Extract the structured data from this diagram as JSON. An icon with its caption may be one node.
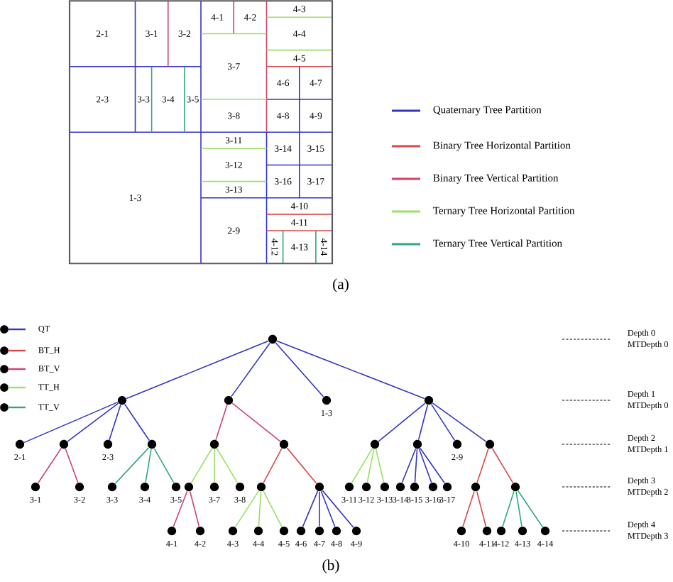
{
  "diagram": {
    "nodes": [
      {
        "text": [
          "2-1"
        ]
      },
      {
        "text": [
          "3-1"
        ]
      },
      {
        "text": [
          "3-2"
        ]
      },
      {
        "text": [
          "4-1"
        ]
      },
      {
        "text": [
          "4-2"
        ]
      },
      {
        "text": [
          "4-3"
        ]
      },
      {
        "text": [
          "4-4"
        ]
      },
      {
        "text": [
          "3-7"
        ]
      },
      {
        "text": [
          "4-5"
        ]
      },
      {
        "text": [
          "2-3"
        ]
      },
      {
        "text": [
          "3-3"
        ]
      },
      {
        "text": [
          "3-4"
        ]
      },
      {
        "text": [
          "3-5"
        ]
      },
      {
        "text": [
          "4-6"
        ]
      },
      {
        "text": [
          "4-7"
        ]
      },
      {
        "text": [
          "3-8"
        ]
      },
      {
        "text": [
          "4-8"
        ]
      },
      {
        "text": [
          "4-9"
        ]
      },
      {
        "text": [
          "1-3"
        ]
      },
      {
        "text": [
          "3-11"
        ]
      },
      {
        "text": [
          "3-14"
        ]
      },
      {
        "text": [
          "3-15"
        ]
      },
      {
        "text": [
          "3-12"
        ]
      },
      {
        "text": [
          "3-16"
        ]
      },
      {
        "text": [
          "3-17"
        ]
      },
      {
        "text": [
          "3-13"
        ]
      },
      {
        "text": [
          "4-10"
        ]
      },
      {
        "text": [
          "2-9"
        ]
      },
      {
        "text": [
          "4-11"
        ]
      },
      {
        "text": [
          "4-12"
        ]
      },
      {
        "text": [
          "4-13"
        ]
      },
      {
        "text": [
          "4-14"
        ]
      },
      {
        "text": [],
        "shape": "circle"
      },
      {
        "text": [],
        "shape": "circle"
      },
      {
        "text": [],
        "shape": "circle"
      },
      {
        "text": [],
        "shape": "circle",
        "beside": [
          "1-3"
        ]
      },
      {
        "text": [],
        "shape": "circle"
      },
      {
        "text": [],
        "shape": "circle",
        "beside": [
          "2-1"
        ]
      },
      {
        "text": [],
        "shape": "circle"
      },
      {
        "text": [],
        "shape": "circle",
        "beside": [
          "2-3"
        ]
      },
      {
        "text": [],
        "shape": "circle"
      },
      {
        "text": [],
        "shape": "circle"
      },
      {
        "text": [],
        "shape": "circle"
      },
      {
        "text": [],
        "shape": "circle"
      },
      {
        "text": [],
        "shape": "circle"
      },
      {
        "text": [],
        "shape": "circle",
        "beside": [
          "2-9"
        ]
      },
      {
        "text": [],
        "shape": "circle"
      },
      {
        "text": [],
        "shape": "circle",
        "beside": [
          "3-1"
        ]
      },
      {
        "text": [],
        "shape": "circle",
        "beside": [
          "3-2"
        ]
      },
      {
        "text": [],
        "shape": "circle",
        "beside": [
          "3-3"
        ]
      },
      {
        "text": [],
        "shape": "circle",
        "beside": [
          "3-4"
        ]
      },
      {
        "text": [],
        "shape": "circle",
        "beside": [
          "3-5"
        ]
      },
      {
        "text": [],
        "shape": "circle"
      },
      {
        "text": [],
        "shape": "circle",
        "beside": [
          "3-7"
        ]
      },
      {
        "text": [],
        "shape": "circle",
        "beside": [
          "3-8"
        ]
      },
      {
        "text": [],
        "shape": "circle"
      },
      {
        "text": [],
        "shape": "circle"
      },
      {
        "text": [],
        "shape": "circle",
        "beside": [
          "3-11"
        ]
      },
      {
        "text": [],
        "shape": "circle",
        "beside": [
          "3-12"
        ]
      },
      {
        "text": [],
        "shape": "circle",
        "beside": [
          "3-13"
        ]
      },
      {
        "text": [],
        "shape": "circle",
        "beside": [
          "3-14"
        ]
      },
      {
        "text": [],
        "shape": "circle",
        "beside": [
          "3-15"
        ]
      },
      {
        "text": [],
        "shape": "circle",
        "beside": [
          "3-16"
        ]
      },
      {
        "text": [],
        "shape": "circle",
        "beside": [
          "3-17"
        ]
      },
      {
        "text": [],
        "shape": "circle"
      },
      {
        "text": [],
        "shape": "circle"
      },
      {
        "text": [],
        "shape": "circle",
        "beside": [
          "4-1"
        ]
      },
      {
        "text": [],
        "shape": "circle",
        "beside": [
          "4-2"
        ]
      },
      {
        "text": [],
        "shape": "circle",
        "beside": [
          "4-3"
        ]
      },
      {
        "text": [],
        "shape": "circle",
        "beside": [
          "4-4"
        ]
      },
      {
        "text": [],
        "shape": "circle",
        "beside": [
          "4-5"
        ]
      },
      {
        "text": [],
        "shape": "circle",
        "beside": [
          "4-6"
        ]
      },
      {
        "text": [],
        "shape": "circle",
        "beside": [
          "4-7"
        ]
      },
      {
        "text": [],
        "shape": "circle",
        "beside": [
          "4-8"
        ]
      },
      {
        "text": [],
        "shape": "circle",
        "beside": [
          "4-9"
        ]
      },
      {
        "text": [],
        "shape": "circle",
        "beside": [
          "4-10"
        ]
      },
      {
        "text": [],
        "shape": "circle",
        "beside": [
          "4-11"
        ]
      },
      {
        "text": [],
        "shape": "circle",
        "beside": [
          "4-12"
        ]
      },
      {
        "text": [],
        "shape": "circle",
        "beside": [
          "4-13"
        ]
      },
      {
        "text": [],
        "shape": "circle",
        "beside": [
          "4-14"
        ]
      }
    ],
    "edges": [
      {
        "from": 32,
        "to": 33,
        "arrow": "none"
      },
      {
        "from": 32,
        "to": 34,
        "arrow": "none"
      },
      {
        "from": 32,
        "to": 35,
        "arrow": "none"
      },
      {
        "from": 32,
        "to": 36,
        "arrow": "none"
      },
      {
        "from": 33,
        "to": 37,
        "arrow": "none"
      },
      {
        "from": 33,
        "to": 38,
        "arrow": "none"
      },
      {
        "from": 33,
        "to": 39,
        "arrow": "none"
      },
      {
        "from": 33,
        "to": 40,
        "arrow": "none"
      },
      {
        "from": 38,
        "to": 47,
        "arrow": "none",
        "color": "#cc4466"
      },
      {
        "from": 38,
        "to": 48,
        "arrow": "none",
        "color": "#cc4466"
      },
      {
        "from": 40,
        "to": 49,
        "arrow": "none",
        "color": "#30a878"
      },
      {
        "from": 40,
        "to": 50,
        "arrow": "none",
        "color": "#30a878"
      },
      {
        "from": 40,
        "to": 51,
        "arrow": "none",
        "color": "#30a878"
      },
      {
        "from": 34,
        "to": 41,
        "arrow": "none",
        "color": "#cc4466"
      },
      {
        "from": 34,
        "to": 42,
        "arrow": "none",
        "color": "#cc4466"
      },
      {
        "from": 41,
        "to": 52,
        "arrow": "none",
        "color": "#99e066"
      },
      {
        "from": 41,
        "to": 53,
        "arrow": "none",
        "color": "#99e066"
      },
      {
        "from": 41,
        "to": 54,
        "arrow": "none",
        "color": "#99e066"
      },
      {
        "from": 52,
        "to": 66,
        "arrow": "none",
        "color": "#cc4466"
      },
      {
        "from": 52,
        "to": 67,
        "arrow": "none",
        "color": "#cc4466"
      },
      {
        "from": 42,
        "to": 55,
        "arrow": "none",
        "color": "#d84848"
      },
      {
        "from": 42,
        "to": 56,
        "arrow": "none",
        "color": "#d84848"
      },
      {
        "from": 55,
        "to": 68,
        "arrow": "none",
        "color": "#99e066"
      },
      {
        "from": 55,
        "to": 69,
        "arrow": "none",
        "color": "#99e066"
      },
      {
        "from": 55,
        "to": 70,
        "arrow": "none",
        "color": "#99e066"
      },
      {
        "from": 56,
        "to": 71,
        "arrow": "none"
      },
      {
        "from": 56,
        "to": 72,
        "arrow": "none"
      },
      {
        "from": 56,
        "to": 73,
        "arrow": "none"
      },
      {
        "from": 56,
        "to": 74,
        "arrow": "none"
      },
      {
        "from": 36,
        "to": 43,
        "arrow": "none"
      },
      {
        "from": 36,
        "to": 44,
        "arrow": "none"
      },
      {
        "from": 36,
        "to": 45,
        "arrow": "none"
      },
      {
        "from": 36,
        "to": 46,
        "arrow": "none"
      },
      {
        "from": 43,
        "to": 57,
        "arrow": "none",
        "color": "#99e066"
      },
      {
        "from": 43,
        "to": 58,
        "arrow": "none",
        "color": "#99e066"
      },
      {
        "from": 43,
        "to": 59,
        "arrow": "none",
        "color": "#99e066"
      },
      {
        "from": 44,
        "to": 60,
        "arrow": "none"
      },
      {
        "from": 44,
        "to": 61,
        "arrow": "none"
      },
      {
        "from": 44,
        "to": 62,
        "arrow": "none"
      },
      {
        "from": 44,
        "to": 63,
        "arrow": "none"
      },
      {
        "from": 46,
        "to": 64,
        "arrow": "none",
        "color": "#d84848"
      },
      {
        "from": 46,
        "to": 65,
        "arrow": "none",
        "color": "#d84848"
      },
      {
        "from": 64,
        "to": 75,
        "arrow": "none",
        "color": "#d84848"
      },
      {
        "from": 64,
        "to": 76,
        "arrow": "none",
        "color": "#d84848"
      },
      {
        "from": 65,
        "to": 77,
        "arrow": "none",
        "color": "#30a878"
      },
      {
        "from": 65,
        "to": 78,
        "arrow": "none",
        "color": "#30a878"
      },
      {
        "from": 65,
        "to": 79,
        "arrow": "none",
        "color": "#30a878"
      }
    ],
    "labels": [
      "(a)",
      "(b)",
      "Depth 0",
      "MTDepth 0",
      "Depth 1",
      "MTDepth 0",
      "Depth 2",
      "MTDepth 1",
      "Depth 3",
      "MTDepth 2",
      "Depth 4",
      "MTDepth 3"
    ],
    "legend": [
      {
        "text": "Quaternary Tree Partition",
        "color": "#3333cc"
      },
      {
        "text": "Binary Tree Horizontal Partition",
        "color": "#d84848"
      },
      {
        "text": "Binary Tree Vertical Partition",
        "color": "#cc4466"
      },
      {
        "text": "Ternary Tree Horizontal Partition",
        "color": "#99e066"
      },
      {
        "text": "Ternary  Tree Vertical Partition",
        "color": "#30a878"
      },
      {
        "text": "QT",
        "color": "#3333cc"
      },
      {
        "text": "BT_H",
        "color": "#d84848"
      },
      {
        "text": "BT_V",
        "color": "#cc4466"
      },
      {
        "text": "TT_H",
        "color": "#99e066"
      },
      {
        "text": "TT_V",
        "color": "#30a878"
      }
    ]
  }
}
